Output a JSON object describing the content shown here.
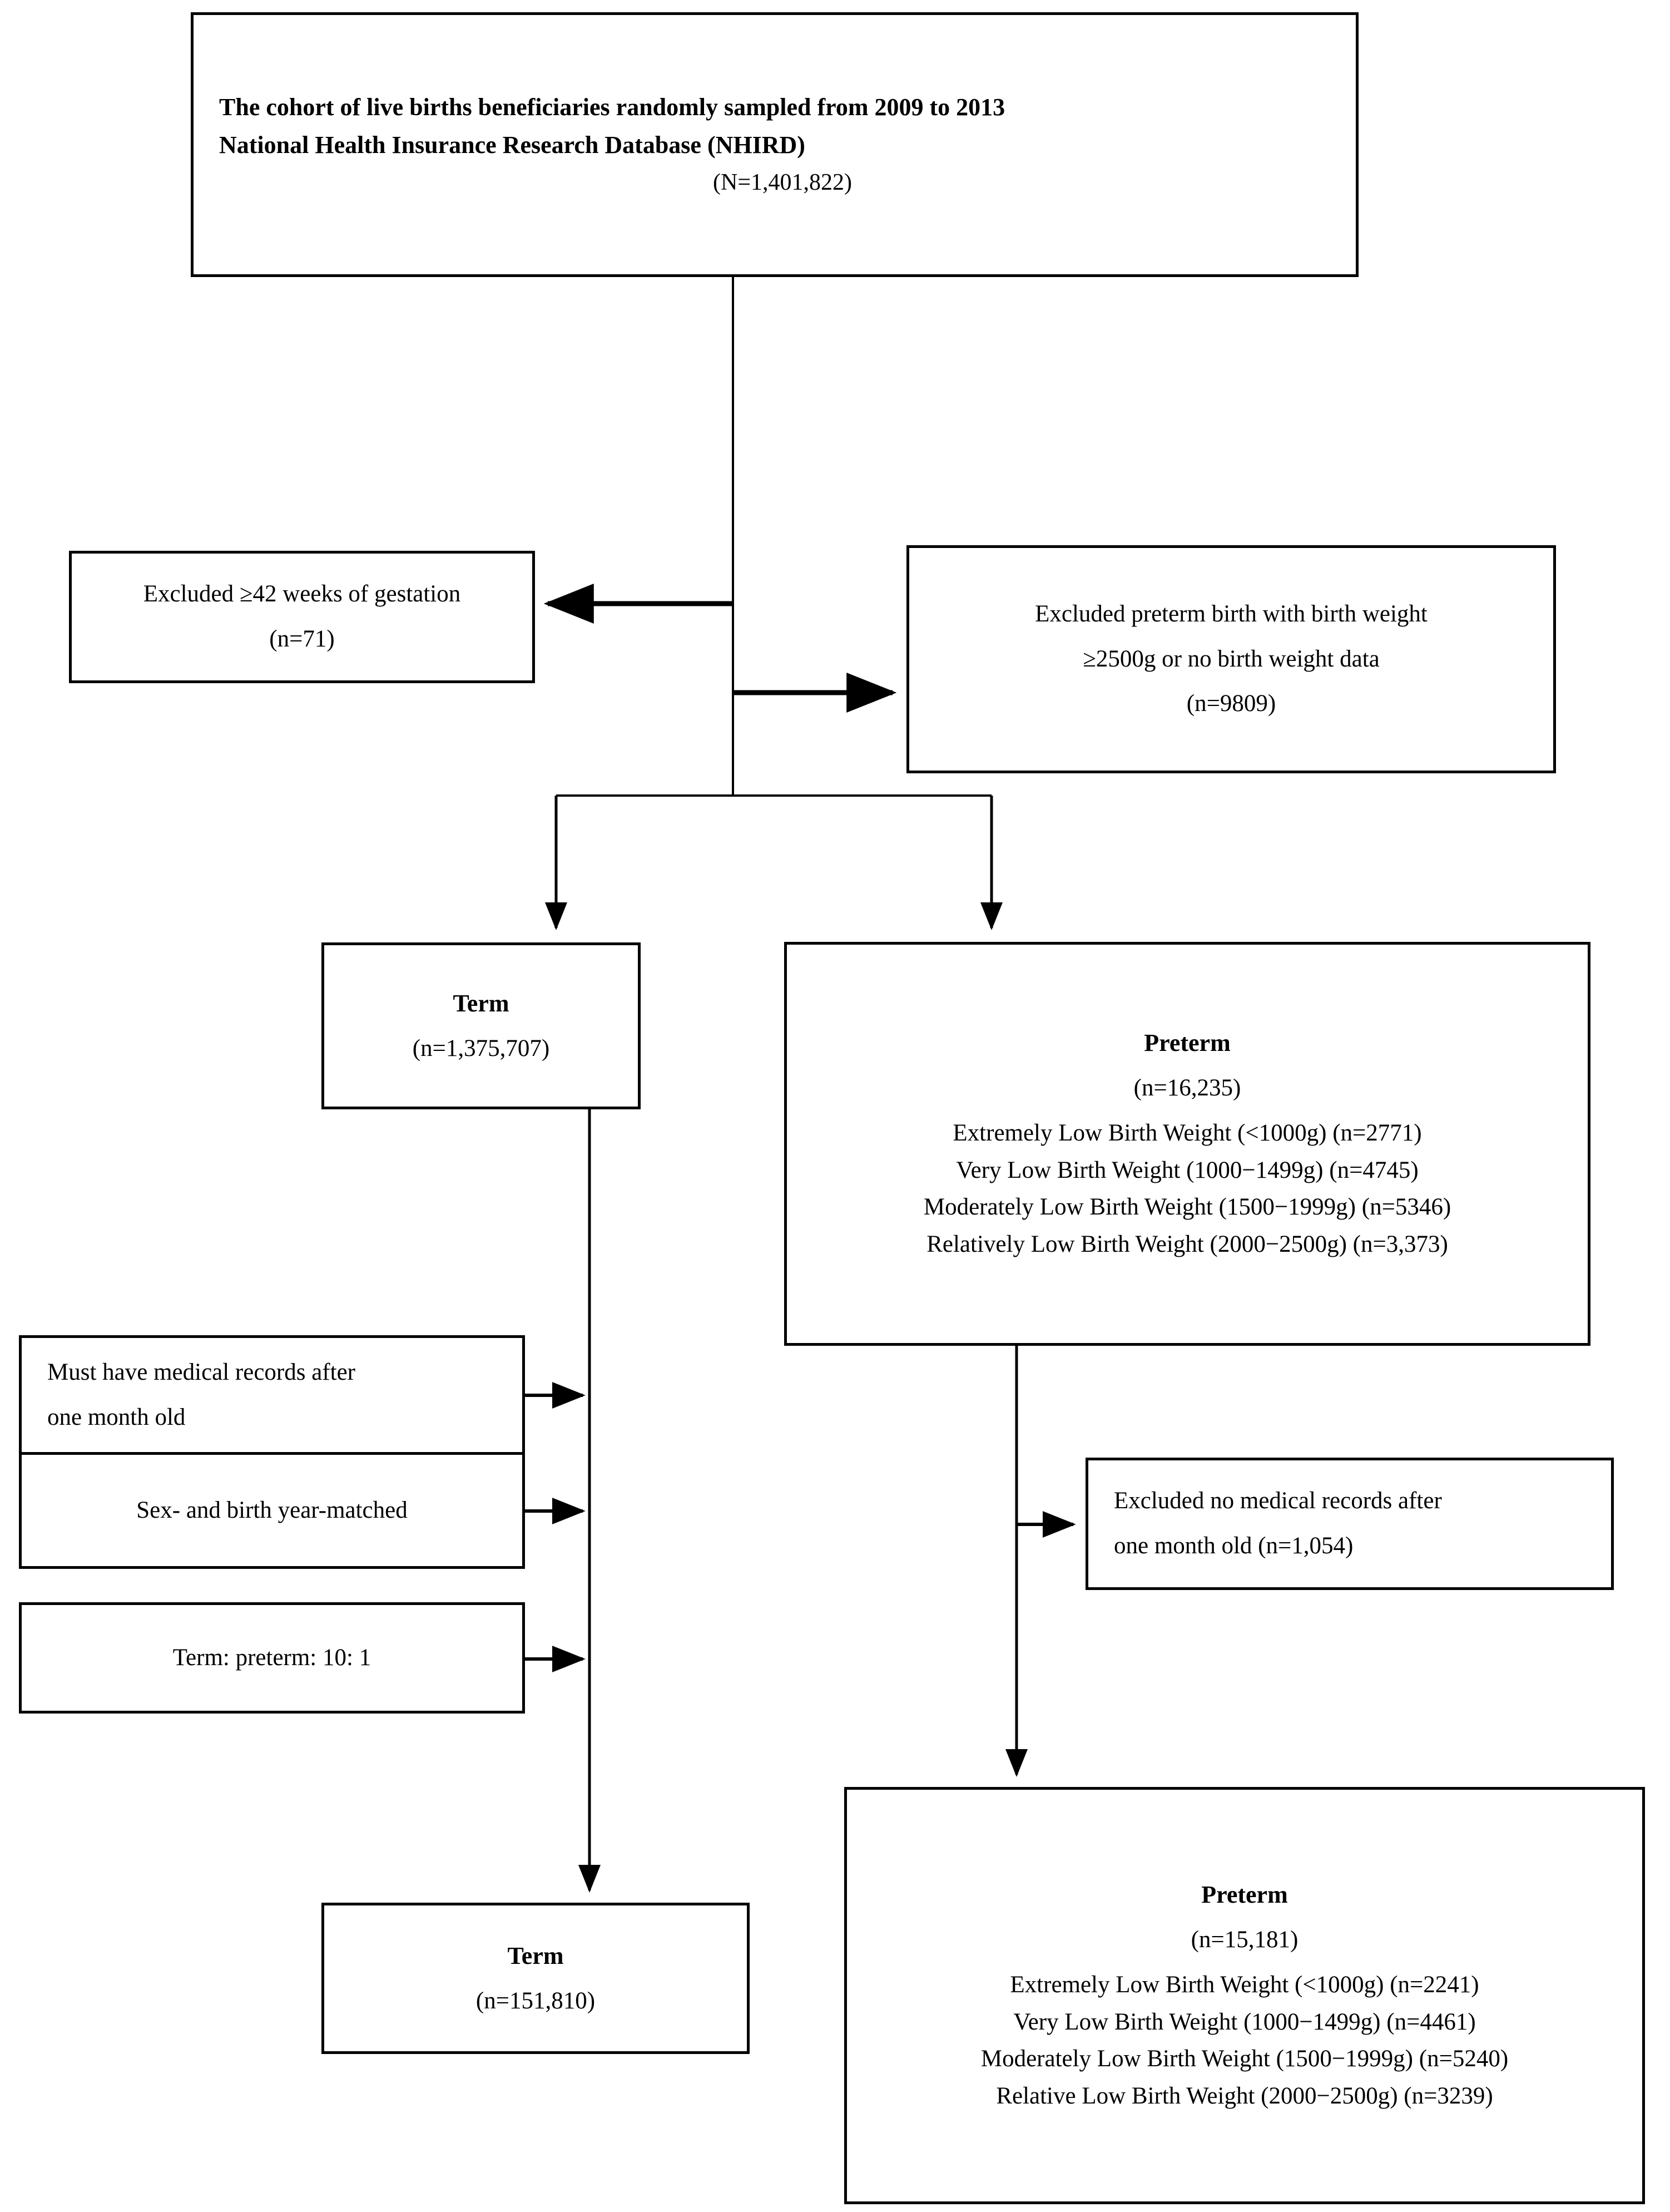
{
  "diagram": {
    "type": "study-flow-diagram",
    "title": "Cohort selection flowchart"
  },
  "nodes": {
    "cohort": {
      "line1": "The cohort of live births beneficiaries randomly sampled from 2009 to 2013",
      "line2": "National Health Insurance Research Database (NHIRD)",
      "line3": "(N=1,401,822)"
    },
    "excluded_gestation": {
      "line1": "Excluded ≥42 weeks of gestation",
      "line2": "(n=71)"
    },
    "excluded_preterm_birthweight": {
      "line1": "Excluded preterm birth with birth weight",
      "line2": "≥2500g or no birth weight data",
      "line3": "(n=9809)"
    },
    "term_initial": {
      "heading": "Term",
      "count": "(n=1,375,707)"
    },
    "preterm_initial": {
      "heading": "Preterm",
      "count": "(n=16,235)",
      "categories": [
        "Extremely Low Birth Weight (<1000g) (n=2771)",
        "Very Low Birth Weight (1000−1499g) (n=4745)",
        "Moderately Low Birth Weight (1500−1999g) (n=5346)",
        "Relatively Low Birth Weight (2000−2500g) (n=3,373)"
      ]
    },
    "criteria_records": {
      "line1": "Must have medical records after",
      "line2": "one month old"
    },
    "criteria_matched": {
      "line1": "Sex- and birth year-matched"
    },
    "criteria_ratio": {
      "line1": "Term: preterm: 10: 1"
    },
    "excluded_no_records": {
      "line1": "Excluded no medical records after",
      "line2": "one month old (n=1,054)"
    },
    "term_final": {
      "heading": "Term",
      "count": "(n=151,810)"
    },
    "preterm_final": {
      "heading": "Preterm",
      "count": "(n=15,181)",
      "categories": [
        "Extremely Low Birth Weight (<1000g) (n=2241)",
        "Very Low Birth Weight (1000−1499g) (n=4461)",
        "Moderately Low Birth Weight (1500−1999g) (n=5240)",
        "Relative Low Birth Weight (2000−2500g) (n=3239)"
      ]
    }
  },
  "chart_data": {
    "type": "table",
    "title": "Cohort selection flow",
    "stages": [
      {
        "label": "Source cohort (NHIRD live births 2009–2013)",
        "n": 1401822
      },
      {
        "label": "Excluded ≥42 weeks of gestation",
        "n": 71
      },
      {
        "label": "Excluded preterm birth with birth weight ≥2500g or no birth weight data",
        "n": 9809
      },
      {
        "label": "Term (initial)",
        "n": 1375707
      },
      {
        "label": "Preterm (initial)",
        "n": 16235
      },
      {
        "label": "Preterm initial — Extremely Low Birth Weight (<1000g)",
        "n": 2771
      },
      {
        "label": "Preterm initial — Very Low Birth Weight (1000−1499g)",
        "n": 4745
      },
      {
        "label": "Preterm initial — Moderately Low Birth Weight (1500−1999g)",
        "n": 5346
      },
      {
        "label": "Preterm initial — Relatively Low Birth Weight (2000−2500g)",
        "n": 3373
      },
      {
        "label": "Excluded no medical records after one month old",
        "n": 1054
      },
      {
        "label": "Term (final, matched 10:1)",
        "n": 151810
      },
      {
        "label": "Preterm (final)",
        "n": 15181
      },
      {
        "label": "Preterm final — Extremely Low Birth Weight (<1000g)",
        "n": 2241
      },
      {
        "label": "Preterm final — Very Low Birth Weight (1000−1499g)",
        "n": 4461
      },
      {
        "label": "Preterm final — Moderately Low Birth Weight (1500−1999g)",
        "n": 5240
      },
      {
        "label": "Preterm final — Relative Low Birth Weight (2000−2500g)",
        "n": 3239
      }
    ]
  }
}
